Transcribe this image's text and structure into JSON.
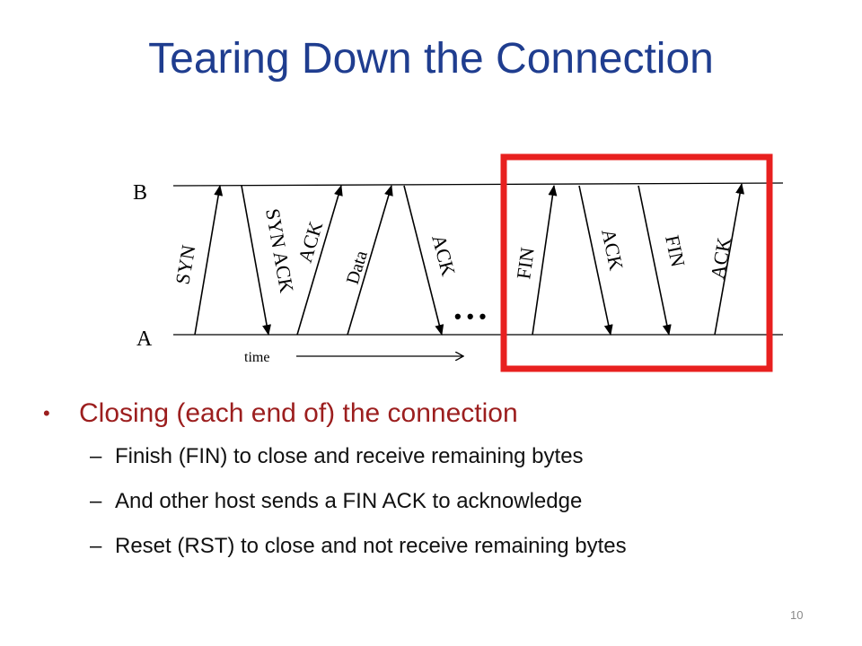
{
  "slide": {
    "title": "Tearing Down the Connection",
    "page_number": "10"
  },
  "diagram": {
    "host_top": "B",
    "host_bottom": "A",
    "time_label": "time",
    "ellipsis": "• • •",
    "messages": [
      {
        "label": "SYN",
        "direction": "A-to-B"
      },
      {
        "label": "SYN ACK",
        "direction": "B-to-A"
      },
      {
        "label": "ACK",
        "direction": "A-to-B"
      },
      {
        "label": "Data",
        "direction": "A-to-B"
      },
      {
        "label": "ACK",
        "direction": "B-to-A"
      },
      {
        "label": "FIN",
        "direction": "A-to-B"
      },
      {
        "label": "ACK",
        "direction": "B-to-A"
      },
      {
        "label": "FIN",
        "direction": "B-to-A"
      },
      {
        "label": "ACK",
        "direction": "A-to-B"
      }
    ],
    "highlight_color": "#e8201f"
  },
  "bullets": {
    "main": "Closing (each end of) the connection",
    "subs": [
      "Finish (FIN) to close and receive remaining bytes",
      "And other host sends a FIN ACK to acknowledge",
      "Reset (RST) to close and not receive remaining bytes"
    ]
  }
}
